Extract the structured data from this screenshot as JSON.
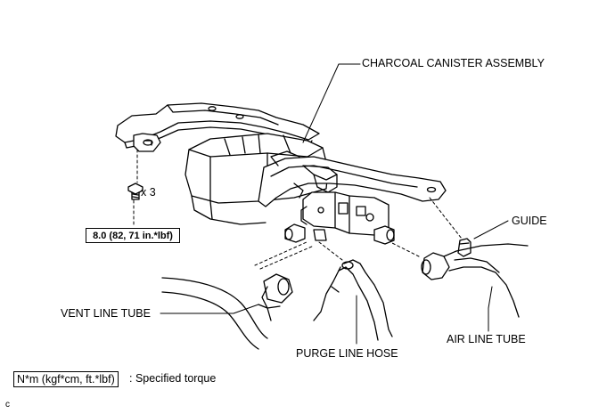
{
  "labels": {
    "charcoal_canister": "CHARCOAL CANISTER ASSEMBLY",
    "guide": "GUIDE",
    "vent_line_tube": "VENT LINE TUBE",
    "purge_line_hose": "PURGE LINE HOSE",
    "air_line_tube": "AIR LINE TUBE",
    "bolt_qty": "x 3"
  },
  "torque_spec": "8.0 (82, 71 in.*lbf)",
  "legend": {
    "unit": "N*m (kgf*cm, ft.*lbf)",
    "description": ": Specified torque"
  },
  "corner_mark": "c"
}
